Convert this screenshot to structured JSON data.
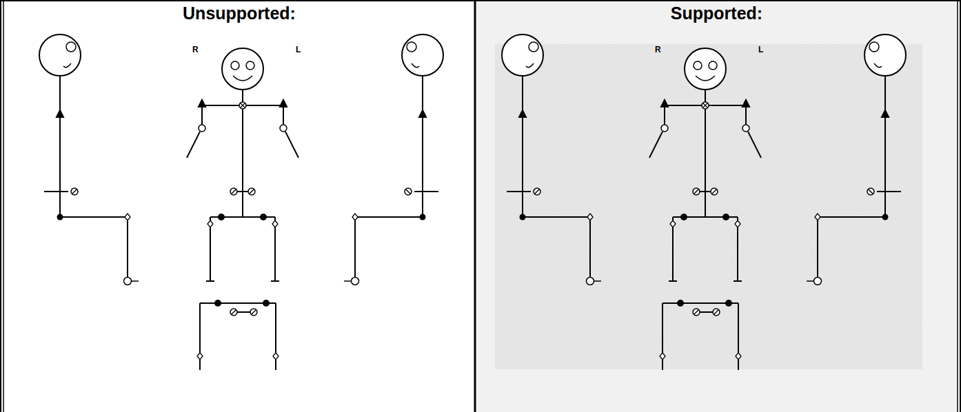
{
  "diagram": {
    "nodes": [
      {
        "text": [
          "Unsupported:"
        ]
      },
      {
        "text": [
          "Supported:"
        ]
      }
    ],
    "labels": [
      "R",
      "L",
      "R",
      "L"
    ]
  }
}
